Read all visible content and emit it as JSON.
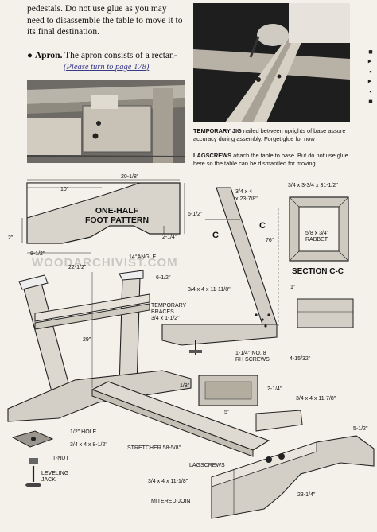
{
  "text": {
    "para1": "pedestals. Do not use glue as you may need to disassemble the table to move it to its final destination.",
    "bullet": "●",
    "apron_head": "Apron.",
    "apron_text": "The apron consists of a rectan-",
    "continue_link": "(Please turn to page 178)"
  },
  "captions": {
    "jig_head": "TEMPORARY JIG",
    "jig_text": "nailed between uprights of base assure accuracy during assembly. Forget glue for now",
    "lag_head": "LAGSCREWS",
    "lag_text": "attach the table to base. But do not use glue here so the table can be dismantled for moving"
  },
  "watermark": "WOODARCHIVIST.COM",
  "margin_marks": "■ ▸ ▪ ▸ ▪ ■",
  "pattern": {
    "title_line1": "ONE-HALF",
    "title_line2": "FOOT PATTERN",
    "dim_total": "20-1/8\"",
    "dim_top": "10\"",
    "dim_height": "6-1/2\"",
    "dim_left": "2\"",
    "dim_bottom": "8-1/2\"",
    "dim_inner": "2-1/4\""
  },
  "leg_detail": {
    "d1": "3/4 x 4",
    "d2": "x 23-7/8\"",
    "cut_label_left": "C",
    "cut_label_right": "C",
    "angle": "76°",
    "brace": "3/4 x 4 x 11-11/8\"",
    "screws_line1": "1-1/4\" NO. 8",
    "screws_line2": "RH SCREWS",
    "dim_side": "4-15/32\"",
    "dim_top": "1\""
  },
  "section": {
    "top_dim": "3/4 x 3-3/4 x 31-1/2\"",
    "rabbet": "5/8 x 3/4\"",
    "rabbet_word": "RABBET",
    "title": "SECTION C-C"
  },
  "base": {
    "angle": "14°ANGLE",
    "w_top": "22-1/2\"",
    "h_top": "6-1/2\"",
    "braces_line1": "TEMPORARY",
    "braces_line2": "BRACES",
    "braces_line3": "3/4 x 1-1/2\"",
    "height": "29\"",
    "hole": "1/2\" HOLE",
    "pad": "3/4 x 4 x 8-1/2\"",
    "tnut": "T-NUT",
    "leveling_line1": "LEVELING",
    "leveling_line2": "JACK",
    "stretcher": "STRETCHER 58-5/8\""
  },
  "block": {
    "h": "2-1/4\"",
    "top": "1/8\"",
    "w": "5\""
  },
  "foot": {
    "top_piece": "3/4 x 4 x 11-7/8\"",
    "lagscrews": "LAGSCREWS",
    "side_piece": "3/4 x 4 x 11-1/8\"",
    "mitered": "MITERED JOINT",
    "length": "23-1/4\"",
    "right_dim": "5-1/2\""
  },
  "icons": {
    "bullet": "bullet-dot-icon"
  }
}
